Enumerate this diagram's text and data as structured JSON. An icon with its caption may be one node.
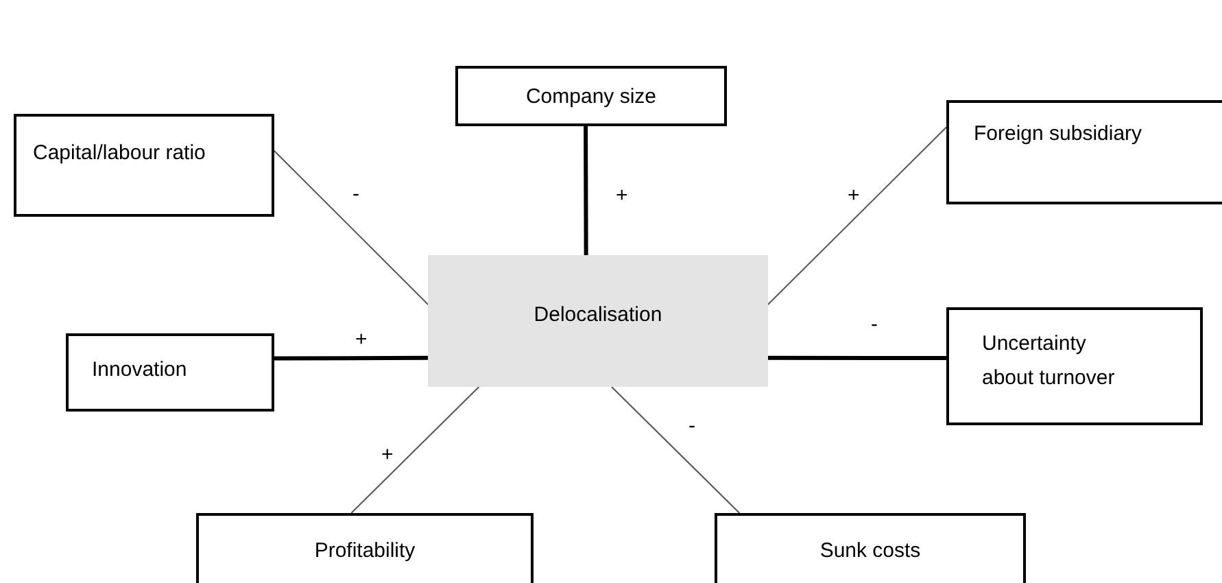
{
  "diagram": {
    "nodes": [
      {
        "text": [
          "Company size"
        ]
      },
      {
        "text": [
          "Capital/labour ratio"
        ]
      },
      {
        "text": [
          "Foreign subsidiary"
        ]
      },
      {
        "text": [
          "Delocalisation"
        ]
      },
      {
        "text": [
          "Innovation"
        ]
      },
      {
        "text": [
          "Uncertainty about turnover"
        ]
      },
      {
        "text": [
          "Profitability"
        ]
      },
      {
        "text": [
          "Sunk costs"
        ]
      }
    ],
    "edges": [
      {
        "from": 1,
        "to": 3,
        "arrow": "none",
        "label": "-"
      },
      {
        "from": 0,
        "to": 3,
        "arrow": "none",
        "label": "+",
        "style": "thick"
      },
      {
        "from": 2,
        "to": 3,
        "arrow": "none",
        "label": "+"
      },
      {
        "from": 4,
        "to": 3,
        "arrow": "none",
        "label": "+",
        "style": "thick"
      },
      {
        "from": 5,
        "to": 3,
        "arrow": "none",
        "label": "-",
        "style": "thick"
      },
      {
        "from": 6,
        "to": 3,
        "arrow": "none",
        "label": "+"
      },
      {
        "from": 7,
        "to": 3,
        "arrow": "none",
        "label": "-"
      }
    ]
  }
}
